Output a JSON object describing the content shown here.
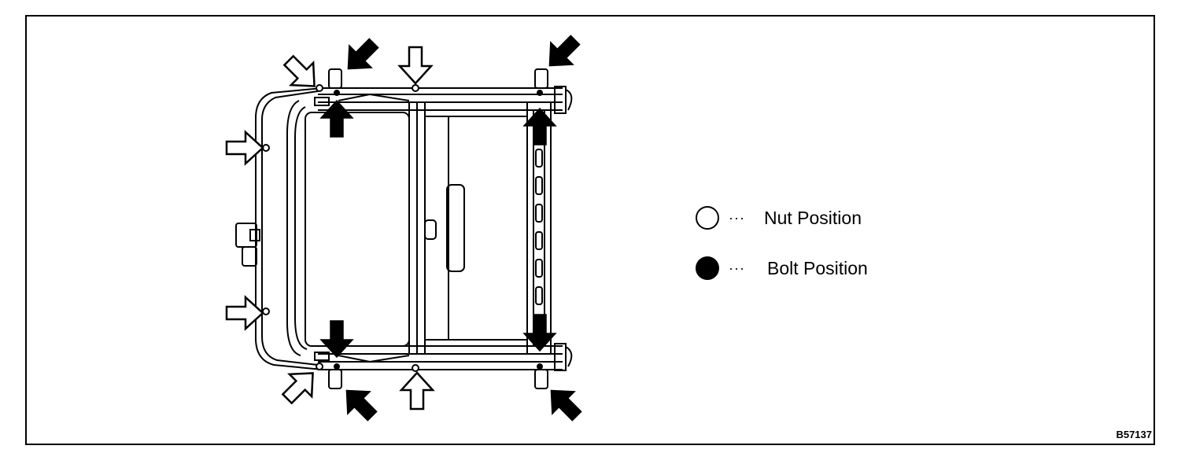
{
  "legend": {
    "nut_label": "Nut Position",
    "bolt_label": "Bolt Position",
    "separator": "···",
    "nut_marker": "open-circle",
    "bolt_marker": "filled-circle"
  },
  "figure_code": "B57137",
  "colors": {
    "line": "#000000",
    "background": "#ffffff"
  }
}
